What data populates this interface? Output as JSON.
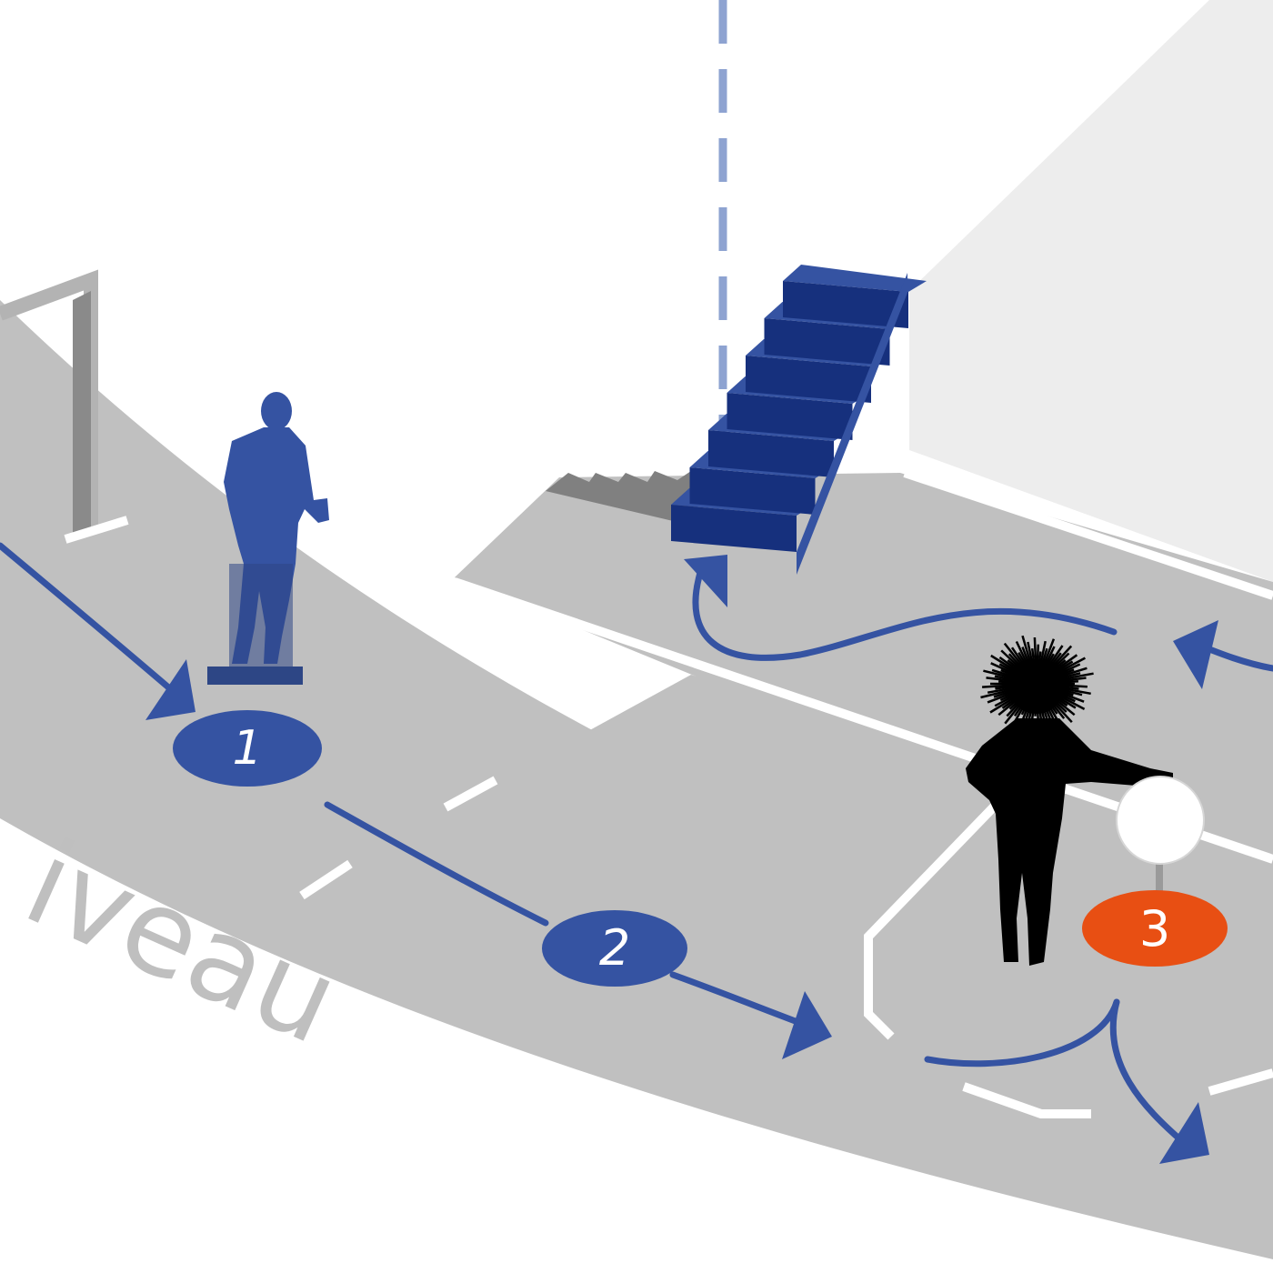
{
  "floor_label": "iveau",
  "stops": [
    {
      "number": "1"
    },
    {
      "number": "2"
    },
    {
      "number": "3"
    }
  ],
  "colors": {
    "background": "#ffffff",
    "floor": "#c0c0c0",
    "wall_light": "#ededed",
    "accent_blue": "#3553a2",
    "accent_blue_dark": "#16307d",
    "accent_orange": "#e84f13",
    "floor_label_text": "#bfbfbf",
    "white_line": "#ffffff",
    "step_shadow": "#808080",
    "dashed_line": "#8ea3d1"
  },
  "icons": [
    "statue-silhouette-icon",
    "electrified-child-silhouette-icon",
    "staircase-icon",
    "static-electricity-sphere-icon"
  ]
}
